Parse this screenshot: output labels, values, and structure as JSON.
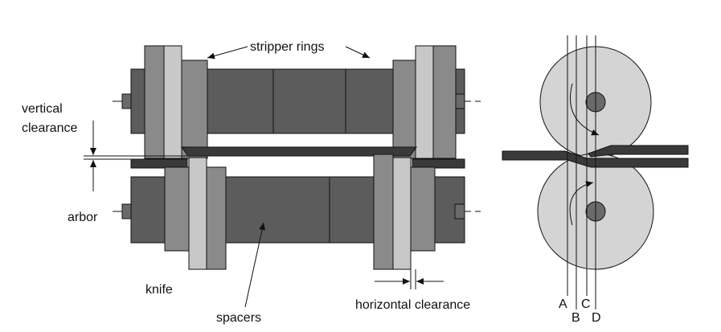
{
  "labels": {
    "stripper_rings": "stripper rings",
    "vertical_clearance_line1": "vertical",
    "vertical_clearance_line2": "clearance",
    "arbor": "arbor",
    "knife": "knife",
    "spacers": "spacers",
    "horizontal_clearance": "horizontal clearance",
    "A": "A",
    "B": "B",
    "C": "C",
    "D": "D"
  },
  "colors": {
    "dark": "#5c5c5c",
    "darker": "#3a3a3a",
    "medium": "#8a8a8a",
    "light": "#c8c8c8",
    "lighter": "#d4d4d4",
    "strip": "#333333",
    "line": "#111111"
  }
}
